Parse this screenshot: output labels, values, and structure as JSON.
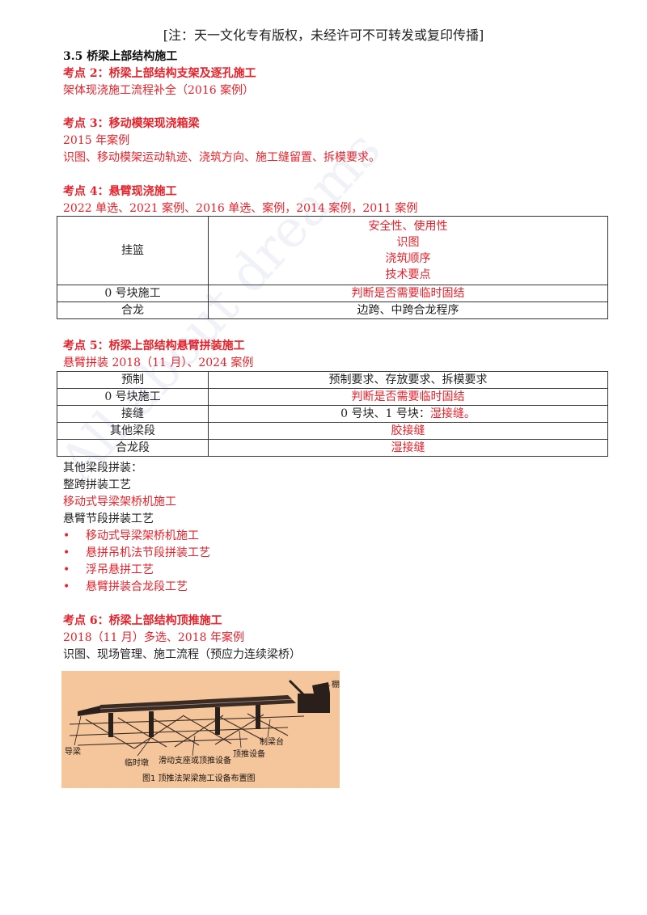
{
  "notice": "[注：天一文化专有版权，未经许可不可转发或复印传播]",
  "section_title": "3.5  桥梁上部结构施工",
  "kd2": {
    "title": "考点 2：桥梁上部结构支架及逐孔施工",
    "line1": "架体现浇施工流程补全（2016 案例）"
  },
  "kd3": {
    "title": "考点 3：移动模架现浇箱梁",
    "line1": "2015 年案例",
    "line2": "识图、移动模架运动轨迹、浇筑方向、施工缝留置、拆模要求。"
  },
  "kd4": {
    "title": "考点 4：悬臂现浇施工",
    "line1": "2022 单选、2021 案例、2016 单选、案例，2014 案例，2011 案例",
    "rows": [
      {
        "label": "挂篮",
        "items": [
          "安全性、使用性",
          "识图",
          "浇筑顺序",
          "技术要点"
        ]
      },
      {
        "label": "0 号块施工",
        "value": "判断是否需要临时固结"
      },
      {
        "label": "合龙",
        "value": "边跨、中跨合龙程序"
      }
    ]
  },
  "kd5": {
    "title": "考点 5：桥梁上部结构悬臂拼装施工",
    "line1": "悬臂拼装 2018（11 月）、2024 案例",
    "rows": [
      {
        "label": "预制",
        "value": "预制要求、存放要求、拆模要求"
      },
      {
        "label": "0 号块施工",
        "value": "判断是否需要临时固结"
      },
      {
        "label": "接缝",
        "value_black": "0 号块、1 号块：",
        "value_red": "湿接缝。"
      },
      {
        "label": "其他梁段",
        "value": "胶接缝"
      },
      {
        "label": "合龙段",
        "value": "湿接缝"
      }
    ],
    "after": [
      "其他梁段拼装：",
      "整跨拼装工艺",
      "移动式导梁架桥机施工",
      "悬臂节段拼装工艺"
    ],
    "bullets": [
      "移动式导梁架桥机施工",
      "悬拼吊机法节段拼装工艺",
      "浮吊悬拼工艺",
      "悬臂拼装合龙段工艺"
    ]
  },
  "kd6": {
    "title": "考点 6：桥梁上部结构顶推施工",
    "line1": "2018（11 月）多选、2018 年案例",
    "line2": "识图、现场管理、施工流程（预应力连续梁桥）"
  },
  "figure": {
    "caption": "图1  顶推法架梁施工设备布置图",
    "labels": {
      "dl": "导梁",
      "lsd": "临时墩",
      "hdzz": "滑动支座或顶推设备",
      "dtsb": "顶推设备",
      "zlt": "制梁台",
      "peng": "棚"
    }
  },
  "watermark": "All about dreams"
}
